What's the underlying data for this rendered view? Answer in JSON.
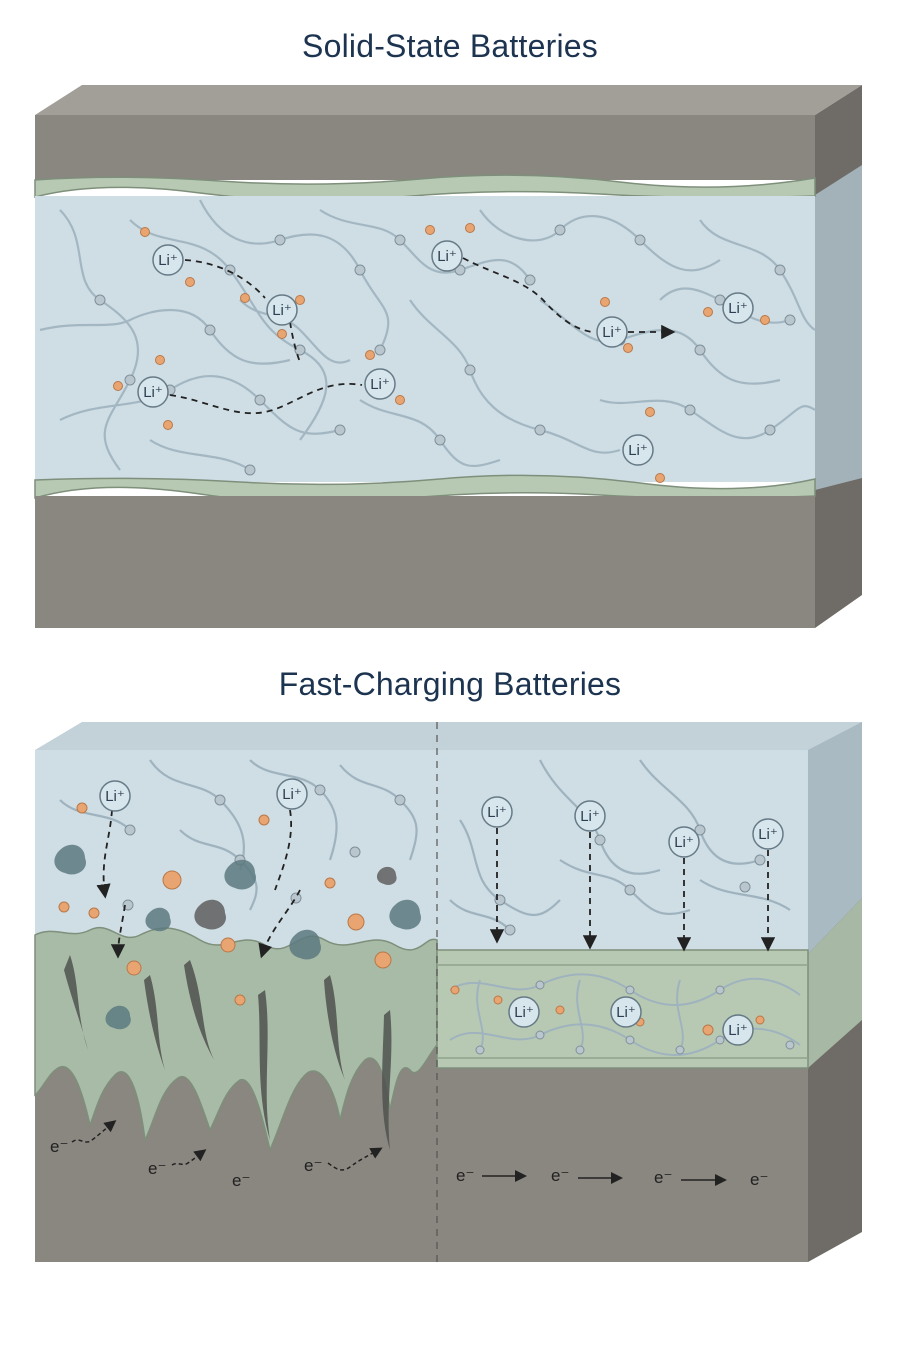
{
  "titles": {
    "solid_state": "Solid-State Batteries",
    "fast_charging": "Fast-Charging Batteries"
  },
  "labels": {
    "lithium_ion": "Li⁺",
    "electron": "e⁻"
  },
  "colors": {
    "title": "#1c3450",
    "electrode_front": "#8a8680",
    "electrode_top": "#a29e98",
    "electrode_side": "#6f6b66",
    "electrolyte": "#cfdde5",
    "interphase": "#b8c9b3",
    "ion_fill": "#d7e5ec",
    "orange_atom": "#e8a571",
    "node_atom": "#b9c6ce"
  },
  "icons": [
    "lithium-ion-icon",
    "electron-icon",
    "polymer-node-icon",
    "anion-atom-icon",
    "dendrite-icon",
    "arrow-icon"
  ]
}
